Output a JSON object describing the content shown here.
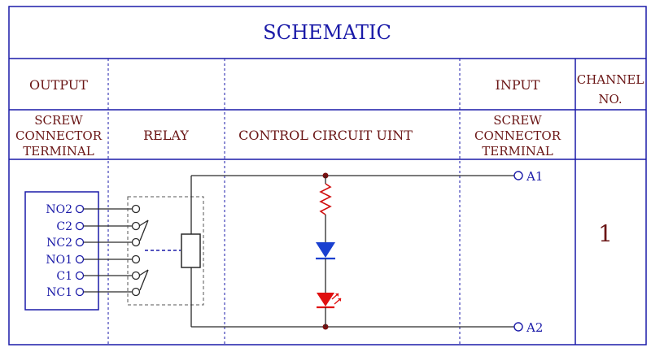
{
  "title": "SCHEMATIC",
  "headers": {
    "output": "OUTPUT",
    "input": "INPUT",
    "channel_line1": "CHANNEL",
    "channel_line2": "NO.",
    "screw_line1": "SCREW",
    "screw_line2": "CONNECTOR",
    "screw_line3": "TERMINAL",
    "relay": "RELAY",
    "control": "CONTROL CIRCUIT UINT",
    "in_screw_line1": "SCREW",
    "in_screw_line2": "CONNECTOR",
    "in_screw_line3": "TERMINAL"
  },
  "output_terminals": [
    "NO2",
    "C2",
    "NC2",
    "NO1",
    "C1",
    "NC1"
  ],
  "input_terminals": [
    "A1",
    "A2"
  ],
  "channel_number": "1",
  "colors": {
    "frame": "#1a1aa8",
    "header_text": "#6a1515",
    "wire": "#2a2a2a",
    "node": "#7a1010",
    "resistor": "#d01010",
    "diode": "#1a40d0",
    "led": "#e01010"
  }
}
